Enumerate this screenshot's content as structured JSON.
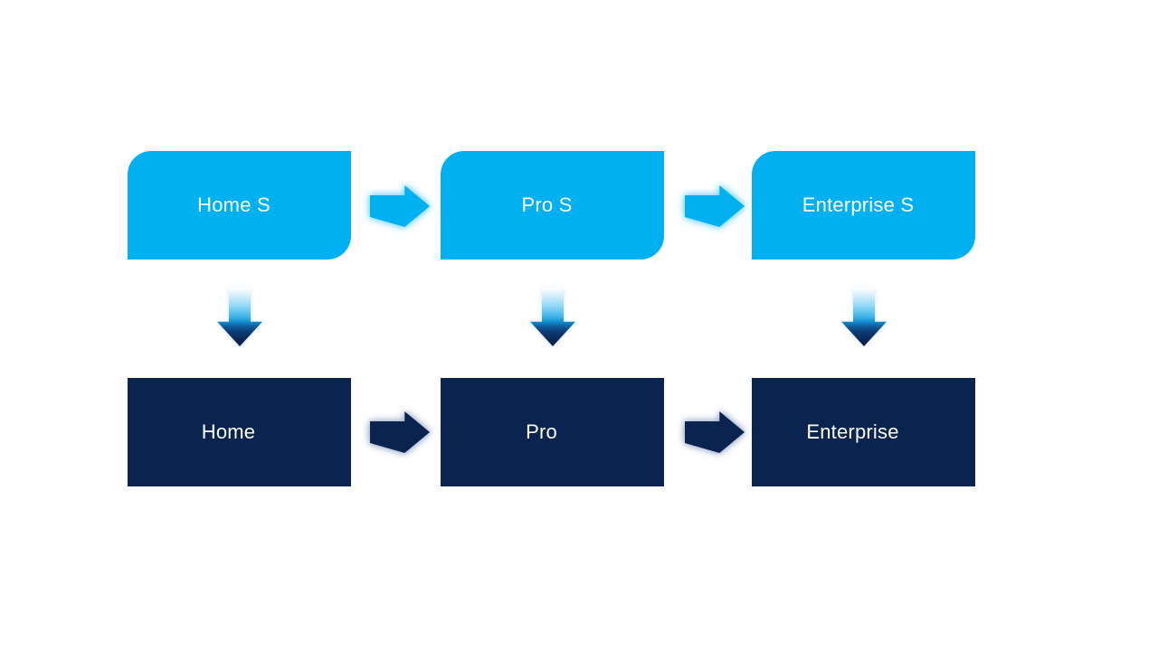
{
  "diagram": {
    "type": "process-flow",
    "columns": [
      {
        "top_label": "Home S",
        "bottom_label": "Home"
      },
      {
        "top_label": "Pro S",
        "bottom_label": "Pro"
      },
      {
        "top_label": "Enterprise S",
        "bottom_label": "Enterprise"
      }
    ],
    "edges": [
      {
        "from": "Home S",
        "to": "Pro S",
        "type": "right-arrow",
        "style": "light-blue-glow"
      },
      {
        "from": "Pro S",
        "to": "Enterprise S",
        "type": "right-arrow",
        "style": "light-blue-glow"
      },
      {
        "from": "Home S",
        "to": "Home",
        "type": "down-arrow",
        "style": "white-to-navy-gradient"
      },
      {
        "from": "Pro S",
        "to": "Pro",
        "type": "down-arrow",
        "style": "white-to-navy-gradient"
      },
      {
        "from": "Enterprise S",
        "to": "Enterprise",
        "type": "down-arrow",
        "style": "white-to-navy-gradient"
      },
      {
        "from": "Home",
        "to": "Pro",
        "type": "right-arrow",
        "style": "dark-navy-glow"
      },
      {
        "from": "Pro",
        "to": "Enterprise",
        "type": "right-arrow",
        "style": "dark-navy-glow"
      }
    ],
    "colors": {
      "background": "#ffffff",
      "top_box_fill": "#00b0f0",
      "bottom_box_fill": "#0a234f",
      "label_text": "#ffffff",
      "light_arrow_glow": "#78d6ff",
      "dark_arrow_glow": "#96aac8"
    }
  }
}
